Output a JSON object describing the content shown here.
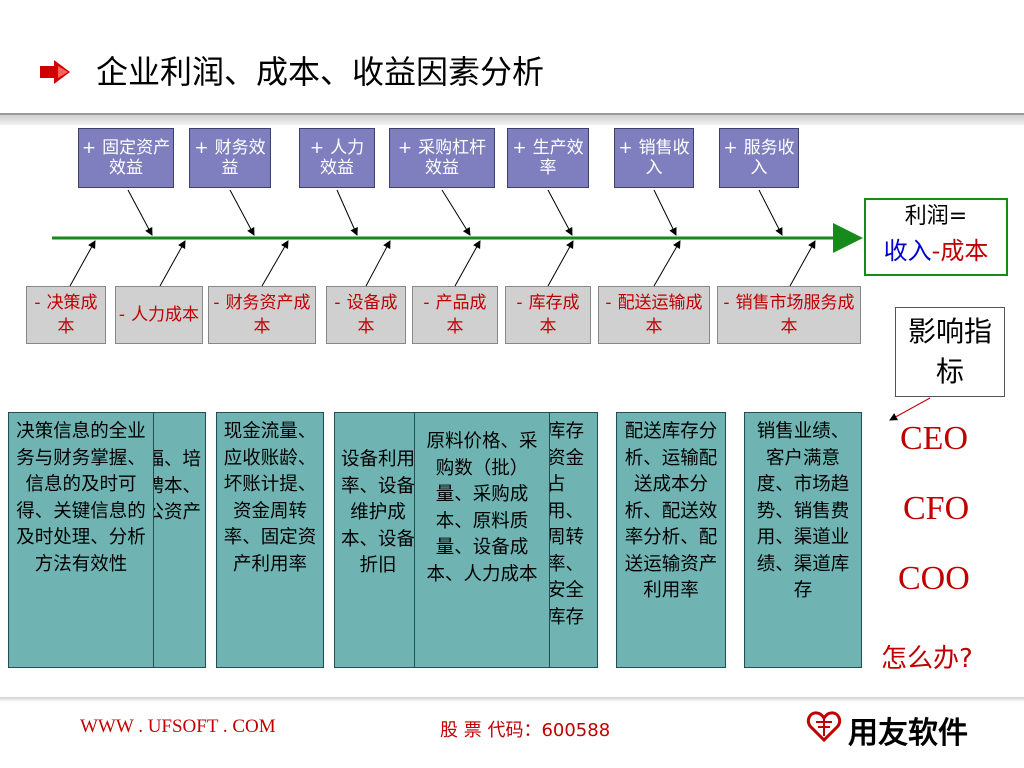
{
  "title": "企业利润、成本、收益因素分析",
  "income_items": [
    {
      "sign": "+",
      "text": "固定资产效益"
    },
    {
      "sign": "+",
      "text": "财务效益"
    },
    {
      "sign": "+",
      "text": "人力效益"
    },
    {
      "sign": "+",
      "text": "采购杠杆效益"
    },
    {
      "sign": "+",
      "text": "生产效率"
    },
    {
      "sign": "+",
      "text": "销售收入"
    },
    {
      "sign": "+",
      "text": "服务收入"
    }
  ],
  "cost_items": [
    {
      "sign": "-",
      "text": "决策成本"
    },
    {
      "sign": "-",
      "text": "人力成本"
    },
    {
      "sign": "-",
      "text": "财务资产成本"
    },
    {
      "sign": "-",
      "text": "设备成本"
    },
    {
      "sign": "-",
      "text": "产品成本"
    },
    {
      "sign": "-",
      "text": "库存成本"
    },
    {
      "sign": "-",
      "text": "配送运输成本"
    },
    {
      "sign": "-",
      "text": "销售市场服务成本"
    }
  ],
  "profit": {
    "line1": "利润=",
    "line2_blue": "收入",
    "line2_minus": "-",
    "line2_red": "成本"
  },
  "influence_label": "影响指标",
  "roles": [
    "CEO",
    "CFO",
    "COO"
  ],
  "question": "怎么办?",
  "metrics": {
    "decision": "决策信息的全业务与财务掌握、信息的及时可得、关键信息的及时处理、分析方法有效性",
    "hr_hidden": "资福、培招聘本、公资产",
    "finance": "现金流量、应收账龄、坏账计提、资金周转率、固定资产利用率",
    "equipment": "设备利用率、设备维护成本、设备折旧",
    "inventory_hidden": "库存资金占用、周转率、安全库存",
    "product": "原料价格、采购数（批）量、采购成本、原料质量、设备成本、人力成本",
    "distribution": "配送库存分析、运输配送成本分析、配送效率分析、配送运输资产利用率",
    "sales": "销售业绩、客户满意度、市场趋势、销售费用、渠道业绩、渠道库存"
  },
  "footer": {
    "website": "WWW . UFSOFT . COM",
    "stock": "股 票 代码：600588",
    "logo_text": "用友软件"
  },
  "colors": {
    "income_box": "#7f7fbf",
    "cost_box": "#d0d0d0",
    "metric_box": "#6fb3b3",
    "spine": "#178a1c",
    "accent_red": "#c00000",
    "accent_blue": "#0000cc"
  }
}
